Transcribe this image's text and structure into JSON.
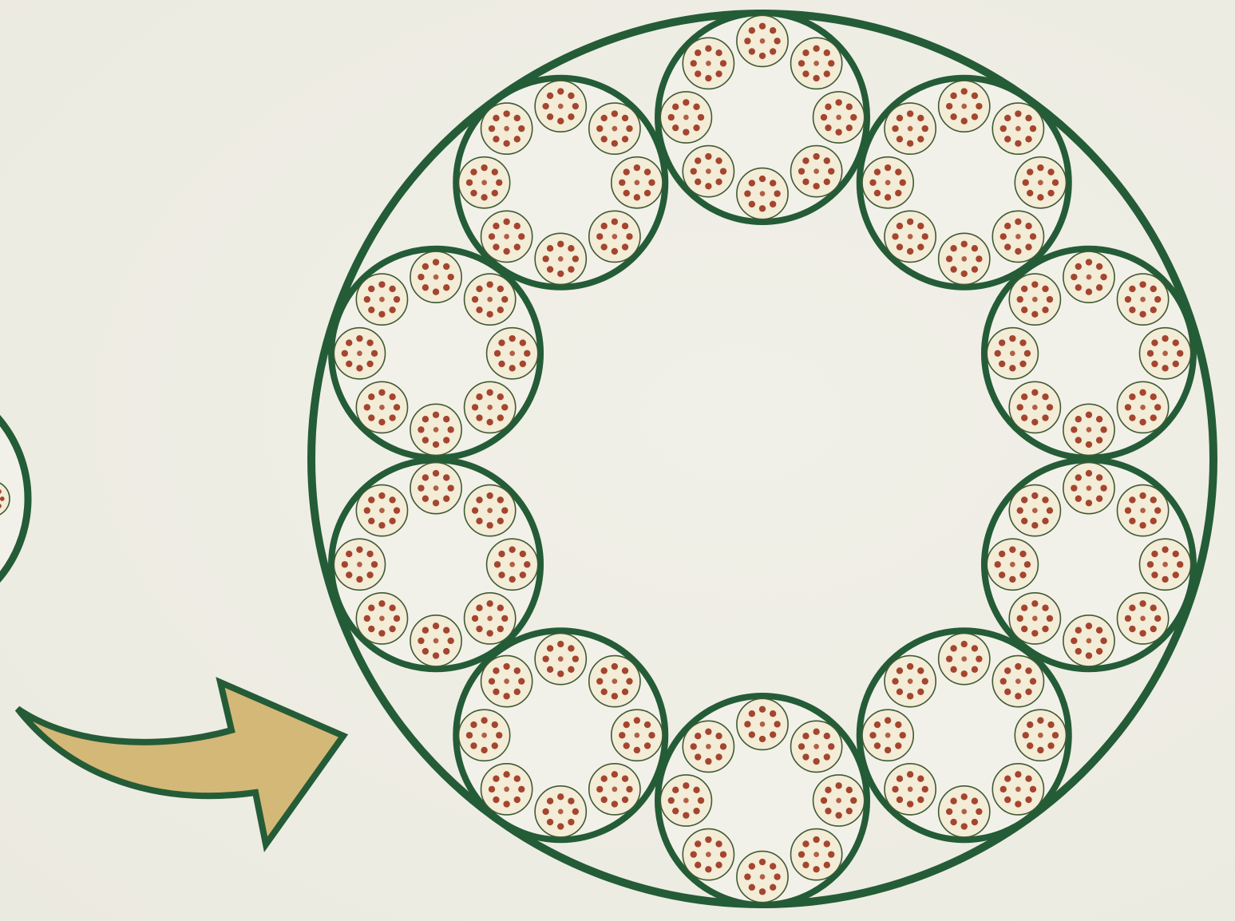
{
  "diagram": {
    "description_level_count": 4,
    "structure": {
      "outer_ring_bundles": 10,
      "bundles_per_ring_subbundles": 8,
      "subbundle_dots": 8
    },
    "colors": {
      "background": "#eeede4",
      "ring_stroke": "#245c37",
      "ring_fill": "#f2f1e9",
      "subbundle_fill": "#f3ecd6",
      "subbundle_stroke": "#3f5a34",
      "dot_fill": "#a4452f",
      "arrow_fill": "#d4b877",
      "arrow_stroke": "#245c37"
    },
    "icons": {
      "arrow": "curved-right-arrow-icon",
      "partial_previous": "partial-bundle-icon"
    }
  }
}
